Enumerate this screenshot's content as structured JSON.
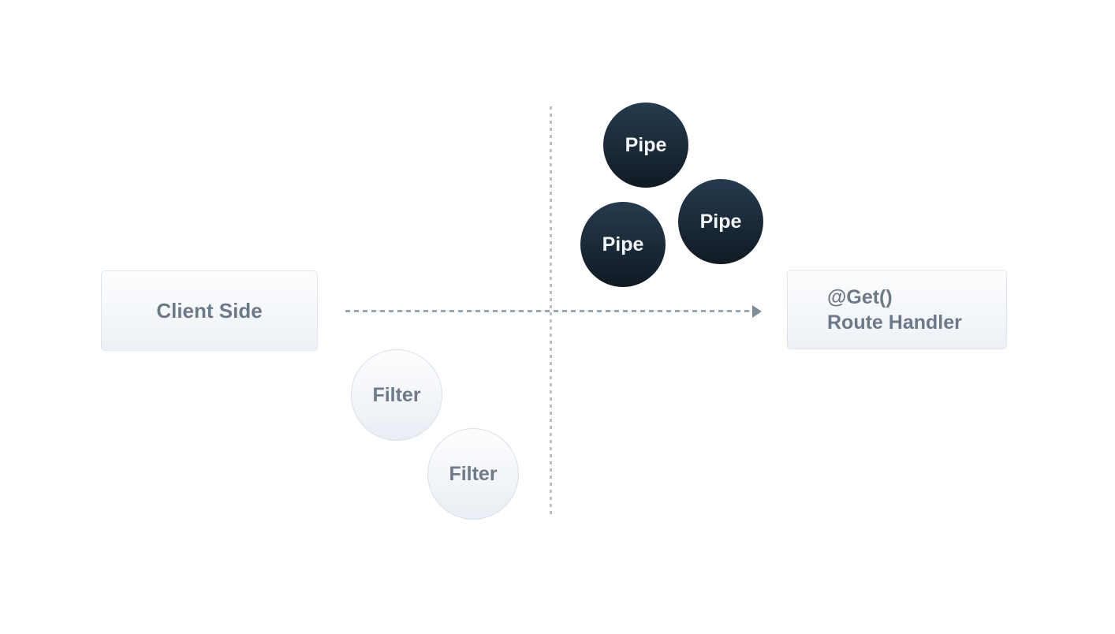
{
  "diagram": {
    "client_box": {
      "label": "Client Side"
    },
    "route_box": {
      "line1": "@Get()",
      "line2": "Route Handler"
    },
    "pipes": [
      {
        "label": "Pipe"
      },
      {
        "label": "Pipe"
      },
      {
        "label": "Pipe"
      }
    ],
    "filters": [
      {
        "label": "Filter"
      },
      {
        "label": "Filter"
      }
    ],
    "icons": {
      "arrow": "arrow-right-icon"
    },
    "colors": {
      "background": "#ffffff",
      "pipe_gradient_top": "#263b4e",
      "pipe_gradient_bottom": "#101a24",
      "pipe_text": "#f2f5f7",
      "node_fill_top": "#fcfdfe",
      "node_fill_bottom": "#edf1f6",
      "node_border": "#dfe5ec",
      "node_text": "#6e7987",
      "filter_border": "#d9e0e8",
      "filter_text": "#6e7a88",
      "dash_horizontal": "#98a5b3",
      "dash_vertical": "#b8c1cb",
      "arrowhead": "#7e8b99"
    }
  }
}
